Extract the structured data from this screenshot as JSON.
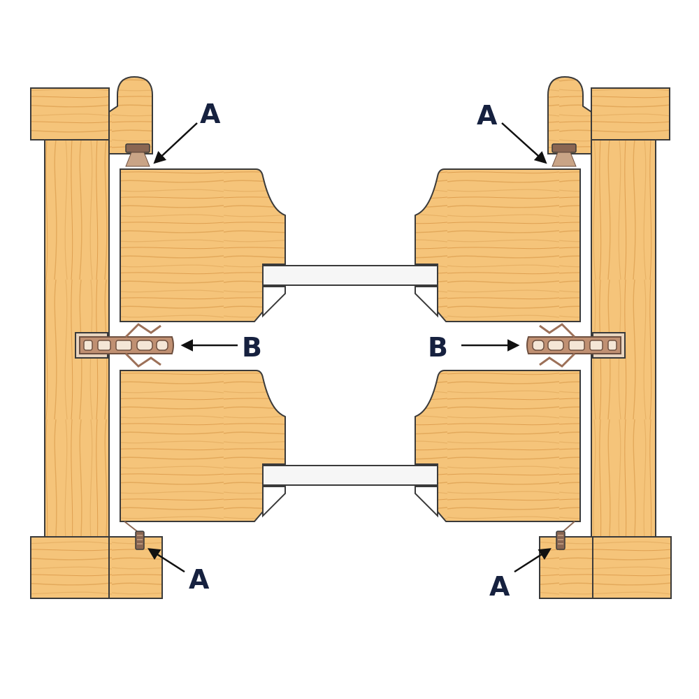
{
  "colors": {
    "wood_light": "#f7cf8c",
    "wood_mid": "#efb865",
    "wood_grain": "#d99a45",
    "outline": "#3a3a3a",
    "seal": "#b98a6a",
    "seal_dark": "#7c5a46",
    "glass": "#f4f4f4",
    "label": "#16213f",
    "arrow": "#111111"
  },
  "callouts": {
    "top_left": "A",
    "top_right": "A",
    "middle_left": "B",
    "middle_right": "B",
    "bottom_left": "A",
    "bottom_right": "A"
  }
}
